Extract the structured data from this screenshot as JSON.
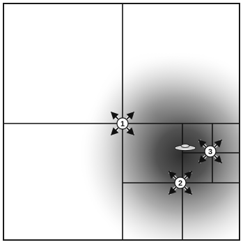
{
  "diagram": {
    "description_markers": [
      {
        "id": 1,
        "label": "1"
      },
      {
        "id": 2,
        "label": "2"
      },
      {
        "id": 3,
        "label": "3"
      }
    ],
    "colors": {
      "border": "#1a1a1a",
      "grid_line": "#111111",
      "arrow": "#111111",
      "marker_fill": "#ffffff",
      "shadow": "#3a3a3a"
    }
  }
}
